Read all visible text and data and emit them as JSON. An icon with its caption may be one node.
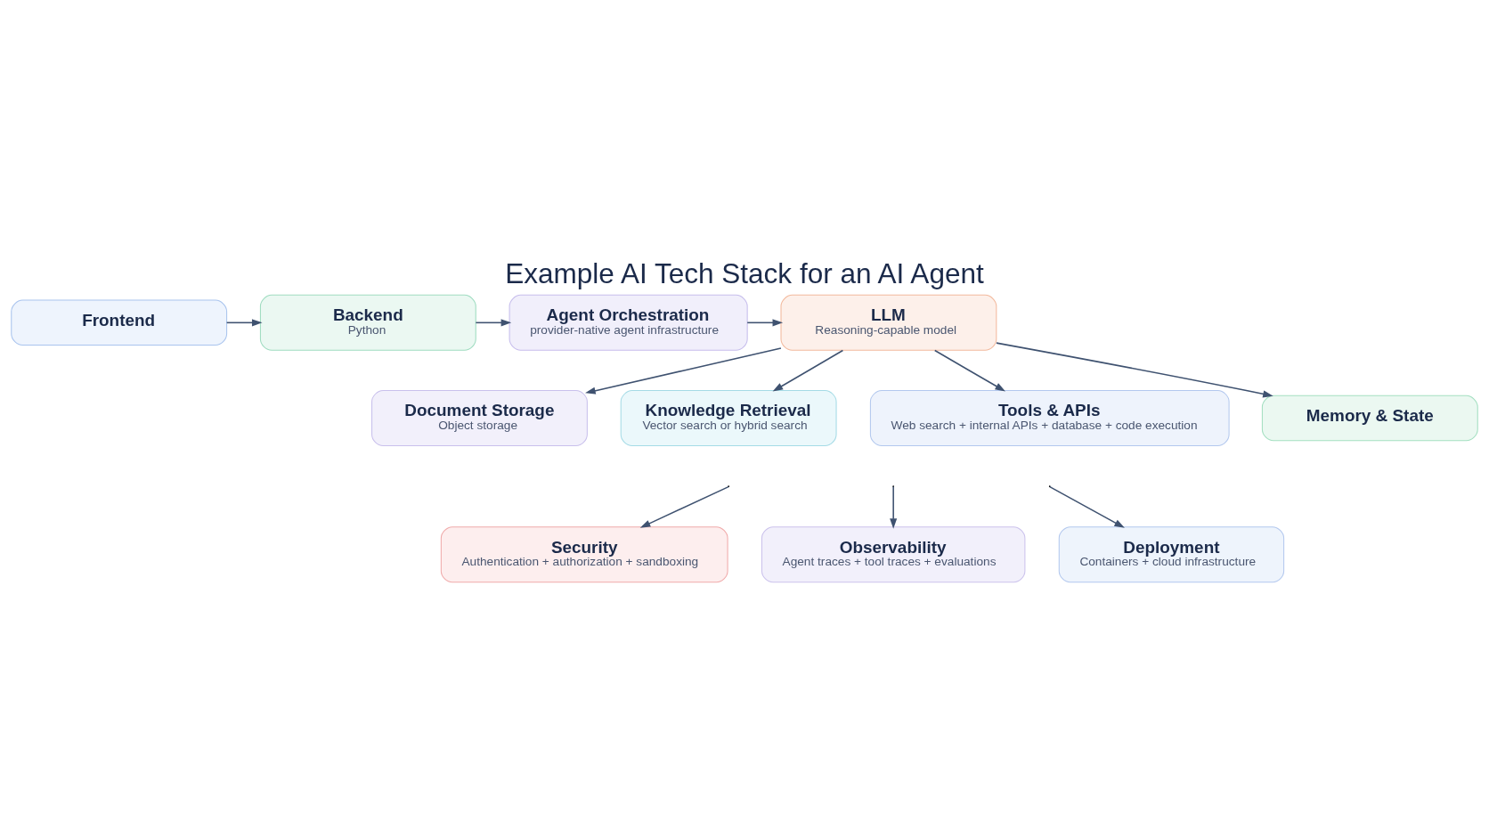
{
  "diagram": {
    "title": "Example AI Tech Stack for an AI Agent",
    "nodes": [
      {
        "text": [
          "Frontend"
        ]
      },
      {
        "text": [
          "Backend",
          "Python"
        ]
      },
      {
        "text": [
          "Agent Orchestration",
          "provider-native agent infrastructure"
        ]
      },
      {
        "text": [
          "LLM",
          "Reasoning-capable model"
        ]
      },
      {
        "text": [
          "Tools & APIs",
          "Web search + internal APIs + database + code execution"
        ]
      },
      {
        "text": [
          "Memory & State"
        ]
      },
      {
        "text": [
          "Document Storage",
          "Object storage"
        ]
      },
      {
        "text": [
          "Knowledge Retrieval",
          "Vector search or hybrid search"
        ]
      },
      {
        "text": [
          "Security",
          "Authentication + authorization + sandboxing"
        ]
      },
      {
        "text": [
          "Observability",
          "Agent traces + tool traces + evaluations"
        ]
      },
      {
        "text": [
          "Deployment",
          "Containers + cloud infrastructure"
        ]
      }
    ],
    "edges": [
      {
        "from": 0,
        "to": 1,
        "arrow": "to"
      },
      {
        "from": 1,
        "to": 2,
        "arrow": "to"
      },
      {
        "from": 2,
        "to": 3,
        "arrow": "to"
      },
      {
        "from": 3,
        "to": 4,
        "arrow": "to"
      },
      {
        "from": 3,
        "to": 5,
        "arrow": "to"
      },
      {
        "from": 3,
        "to": 6,
        "arrow": "to"
      },
      {
        "from": 3,
        "to": 7,
        "arrow": "to"
      },
      {
        "from": null,
        "to": 8,
        "arrow": "to"
      },
      {
        "from": null,
        "to": 9,
        "arrow": "to"
      },
      {
        "from": null,
        "to": 10,
        "arrow": "to"
      }
    ]
  }
}
